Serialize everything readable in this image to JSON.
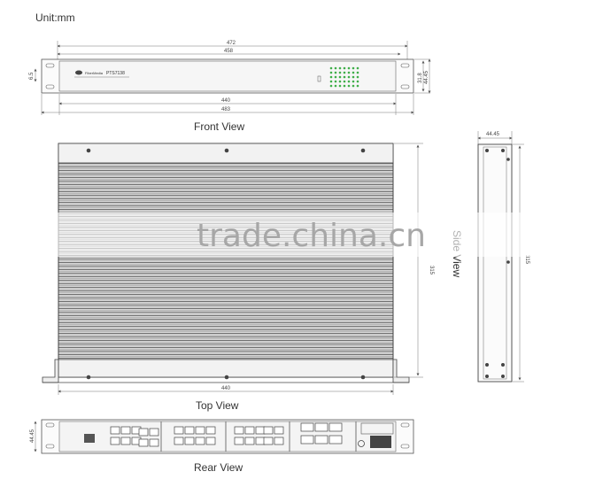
{
  "unit_label": "Unit:mm",
  "front": {
    "title": "Front View",
    "dim_472": "472",
    "dim_458": "458",
    "dim_440": "440",
    "dim_483": "483",
    "dim_6_5": "6.5",
    "dim_31_8": "31.8",
    "dim_44_45": "44.45",
    "brand": "FiberMedia",
    "model": "PTS7138"
  },
  "top": {
    "title": "Top View",
    "dim_440": "440",
    "dim_315": "315"
  },
  "side": {
    "title": "Side View",
    "dim_44_45": "44.45",
    "dim_315": "315"
  },
  "rear": {
    "title": "Rear View",
    "dim_44_45": "44.45"
  },
  "watermark": "trade.china.cn"
}
